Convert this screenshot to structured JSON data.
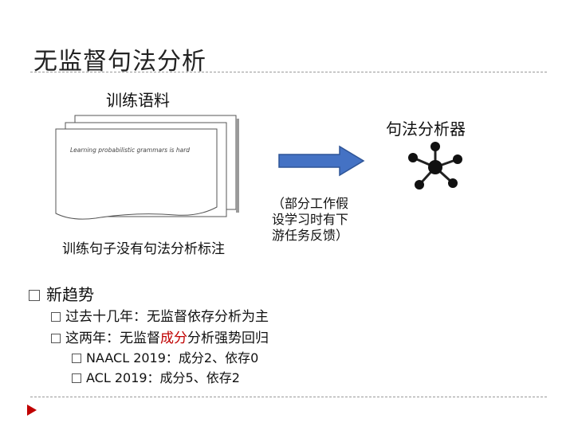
{
  "slide": {
    "title": "无监督句法分析",
    "corpus_label": "训练语料",
    "parser_label": "句法分析器",
    "doc_line": "Learning probabilistic grammars is hard",
    "doc_caption": "训练句子没有句法分析标注",
    "note_lines": [
      "（部分工作假",
      "设学习时有下",
      "游任务反馈）"
    ],
    "trend": {
      "heading": "新趋势",
      "item1": "过去十几年：无监督依存分析为主",
      "item2_pre": "这两年：无监督",
      "item2_red": "成分",
      "item2_post": "分析强势回归",
      "sub1": "NAACL 2019：成分2、依存0",
      "sub2": "ACL 2019：成分5、依存2"
    }
  },
  "colors": {
    "accent_red": "#c00000",
    "arrow_blue": "#4472c4",
    "nav_red": "#c00000"
  },
  "icons": {
    "parser": "network-hub-icon",
    "nav": "play-arrow-icon"
  }
}
